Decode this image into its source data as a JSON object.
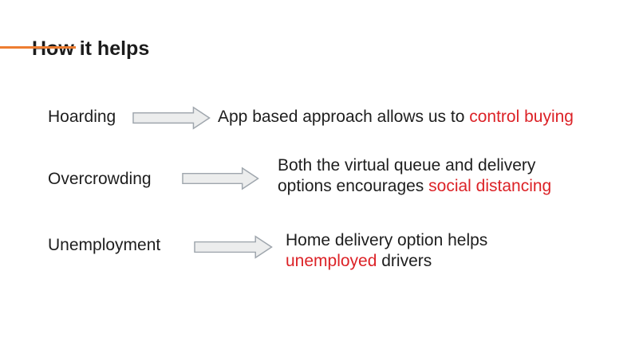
{
  "slide": {
    "title": "How it helps",
    "colors": {
      "accent_orange": "#ED7D31",
      "highlight_red": "#DC2227",
      "text_black": "#1E1E1E",
      "arrow_fill": "#ECEDED",
      "arrow_stroke": "#9FA6AD"
    },
    "rows": [
      {
        "label": "Hoarding",
        "lines": [
          [
            {
              "text": "App based approach allows us to ",
              "red": false
            },
            {
              "text": "control buying",
              "red": true
            }
          ]
        ]
      },
      {
        "label": "Overcrowding",
        "lines": [
          [
            {
              "text": "Both the virtual queue and delivery",
              "red": false
            }
          ],
          [
            {
              "text": "options encourages ",
              "red": false
            },
            {
              "text": "social distancing",
              "red": true
            }
          ]
        ]
      },
      {
        "label": "Unemployment",
        "lines": [
          [
            {
              "text": "Home delivery option helps",
              "red": false
            }
          ],
          [
            {
              "text": "unemployed",
              "red": true
            },
            {
              "text": " drivers",
              "red": false
            }
          ]
        ]
      }
    ]
  }
}
